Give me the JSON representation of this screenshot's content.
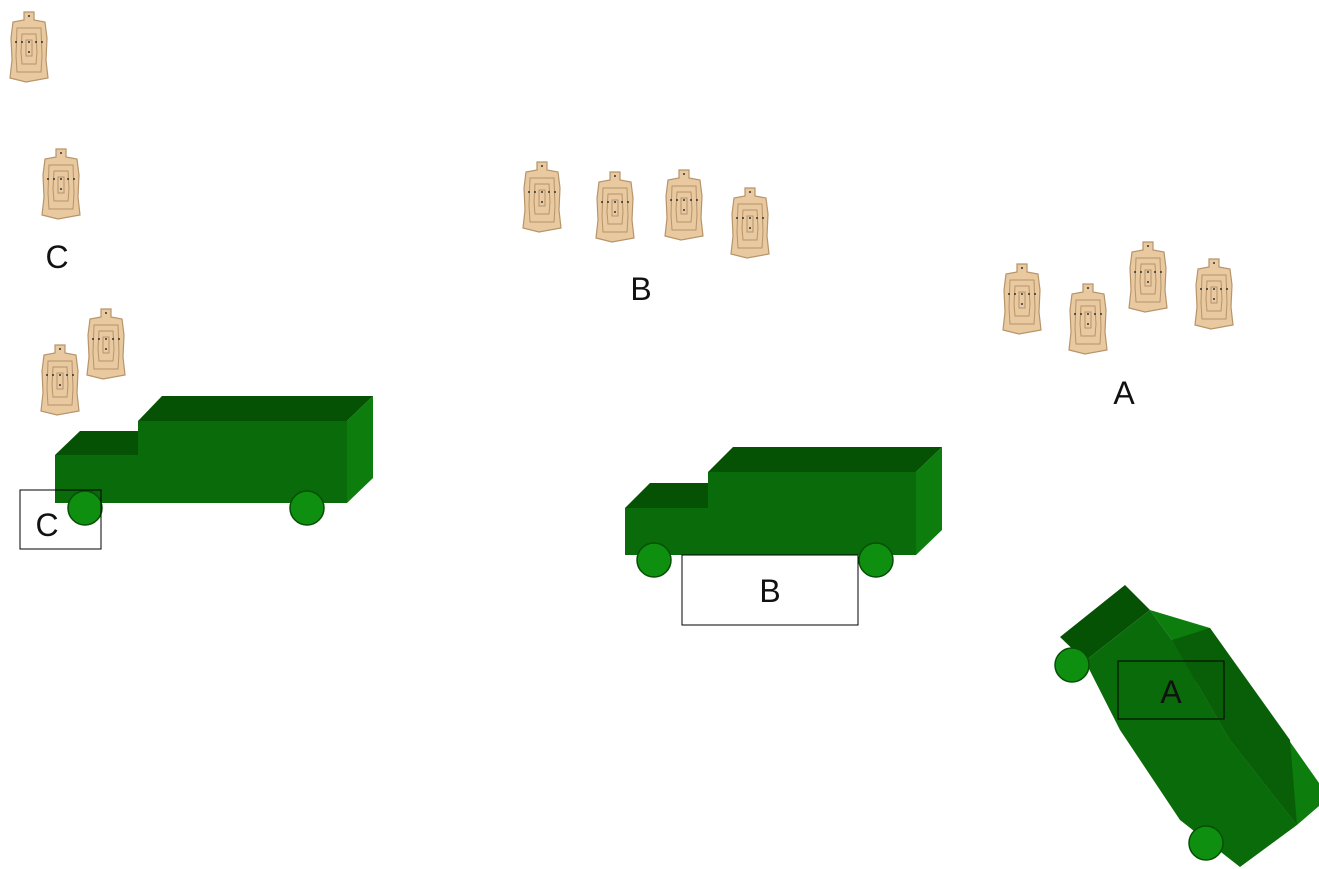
{
  "labels": {
    "group_c": "C",
    "group_b": "B",
    "group_a": "A",
    "box_c": "C",
    "box_b": "B",
    "box_a": "A"
  },
  "colors": {
    "background": "#ffffff",
    "target_fill": "#e8c9a0",
    "target_stroke": "#b8946a",
    "truck_front": "#0a6b0a",
    "truck_top": "#055205",
    "truck_side": "#0d7d0d",
    "wheel": "#0f8f0f",
    "wheel_stroke": "#064f06",
    "box_stroke": "#000000"
  }
}
